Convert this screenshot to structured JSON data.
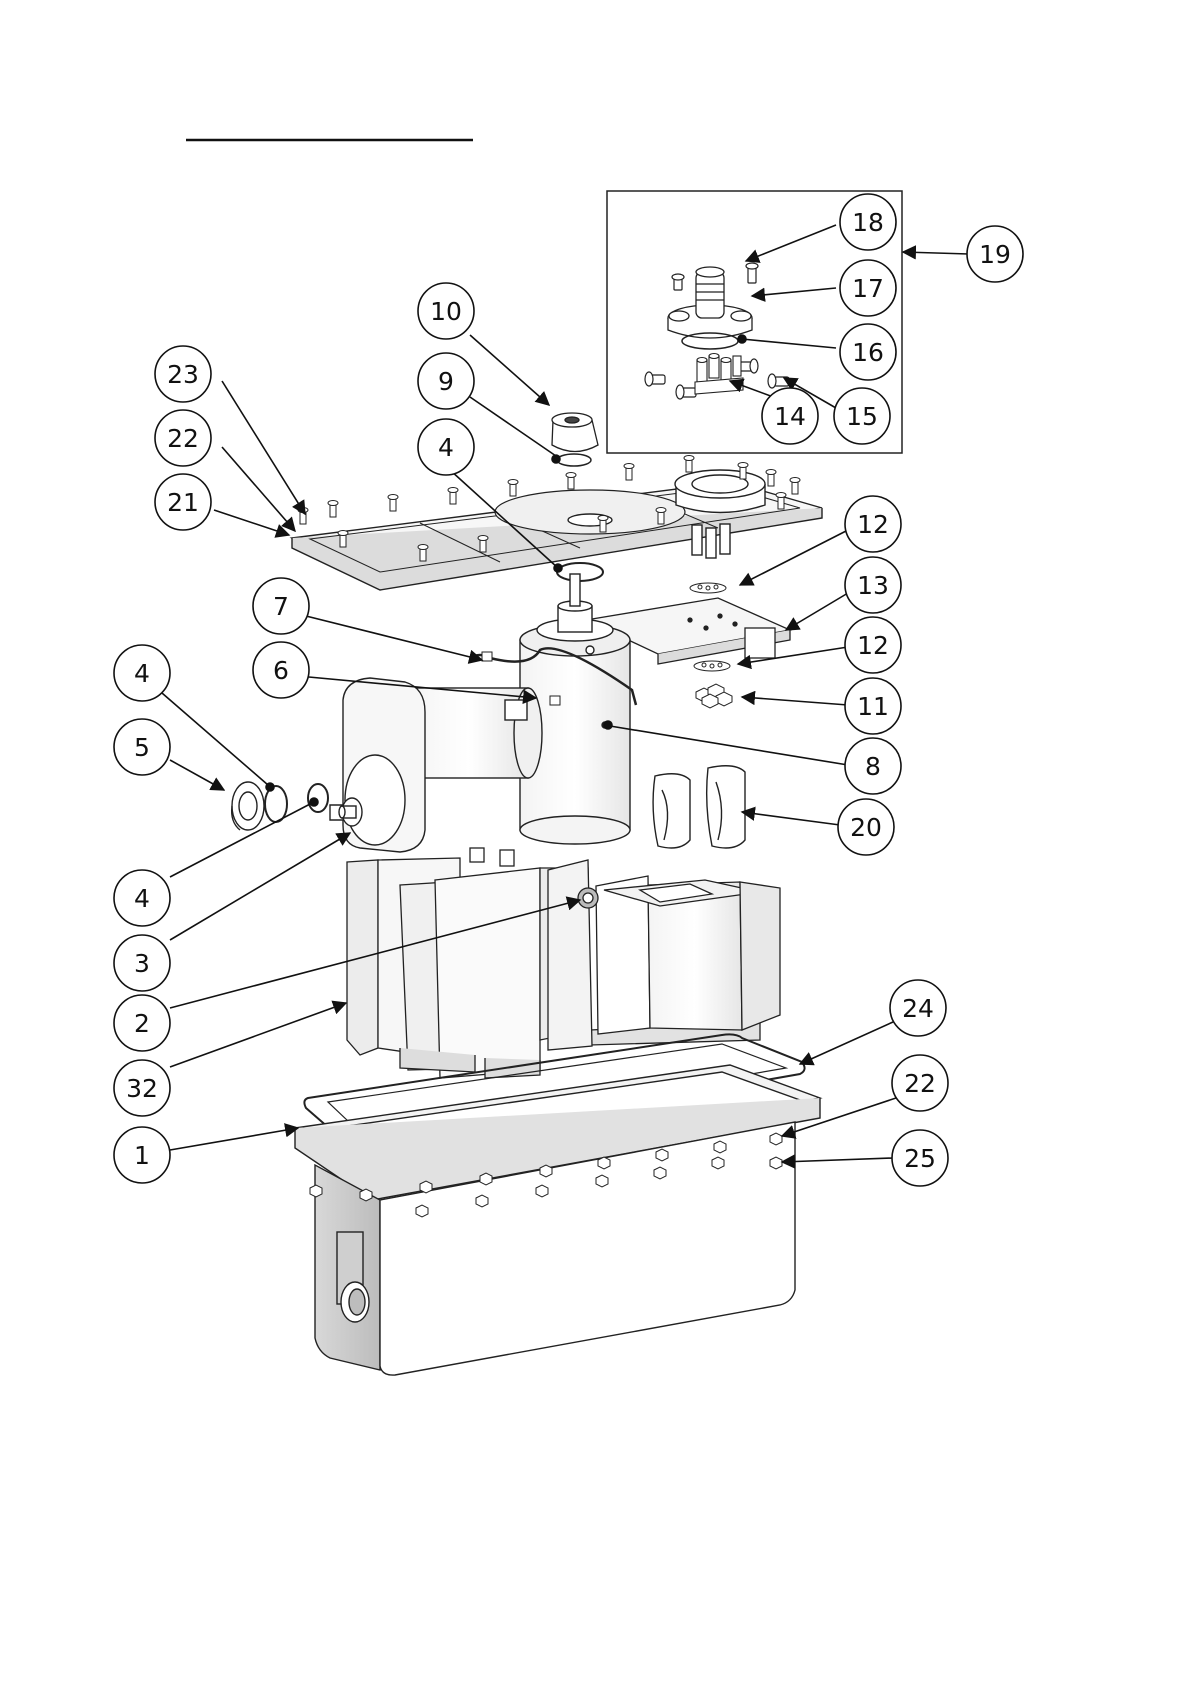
{
  "header": {
    "title": ""
  },
  "callouts": [
    {
      "id": "c18",
      "label": "18"
    },
    {
      "id": "c19",
      "label": "19"
    },
    {
      "id": "c17",
      "label": "17"
    },
    {
      "id": "c16",
      "label": "16"
    },
    {
      "id": "c14",
      "label": "14"
    },
    {
      "id": "c15",
      "label": "15"
    },
    {
      "id": "c10",
      "label": "10"
    },
    {
      "id": "c23",
      "label": "23"
    },
    {
      "id": "c9",
      "label": "9"
    },
    {
      "id": "c22a",
      "label": "22"
    },
    {
      "id": "c4a",
      "label": "4"
    },
    {
      "id": "c21",
      "label": "21"
    },
    {
      "id": "c12a",
      "label": "12"
    },
    {
      "id": "c13",
      "label": "13"
    },
    {
      "id": "c7",
      "label": "7"
    },
    {
      "id": "c12b",
      "label": "12"
    },
    {
      "id": "c4b",
      "label": "4"
    },
    {
      "id": "c6",
      "label": "6"
    },
    {
      "id": "c11",
      "label": "11"
    },
    {
      "id": "c5",
      "label": "5"
    },
    {
      "id": "c8",
      "label": "8"
    },
    {
      "id": "c20",
      "label": "20"
    },
    {
      "id": "c4c",
      "label": "4"
    },
    {
      "id": "c3",
      "label": "3"
    },
    {
      "id": "c24",
      "label": "24"
    },
    {
      "id": "c2",
      "label": "2"
    },
    {
      "id": "c22b",
      "label": "22"
    },
    {
      "id": "c32",
      "label": "32"
    },
    {
      "id": "c1",
      "label": "1"
    },
    {
      "id": "c25",
      "label": "25"
    }
  ]
}
